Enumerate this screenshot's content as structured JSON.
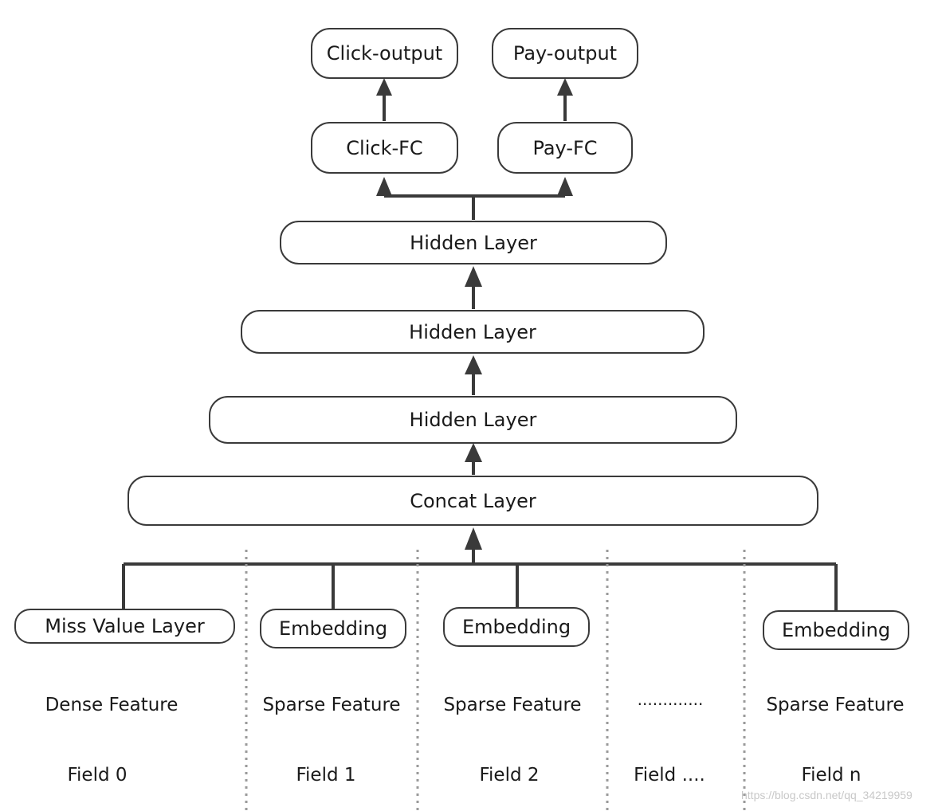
{
  "outputs": {
    "click_output": "Click-output",
    "pay_output": "Pay-output"
  },
  "towers": {
    "click_fc": "Click-FC",
    "pay_fc": "Pay-FC"
  },
  "hidden_layers": [
    "Hidden Layer",
    "Hidden Layer",
    "Hidden Layer"
  ],
  "concat_layer": "Concat Layer",
  "inputs": {
    "miss_value_layer": "Miss Value Layer",
    "embedding_1": "Embedding",
    "embedding_2": "Embedding",
    "embedding_n": "Embedding"
  },
  "fields": [
    {
      "feature": "Dense Feature",
      "name": "Field 0"
    },
    {
      "feature": "Sparse Feature",
      "name": "Field 1"
    },
    {
      "feature": "Sparse Feature",
      "name": "Field 2"
    },
    {
      "feature": ".............",
      "name": "Field ...."
    },
    {
      "feature": "Sparse Feature",
      "name": "Field n"
    }
  ],
  "watermark": "https://blog.csdn.net/qq_34219959",
  "colors": {
    "stroke": "#3a3a3a",
    "divider": "#9a9a9a",
    "text": "#1a1a1a"
  }
}
